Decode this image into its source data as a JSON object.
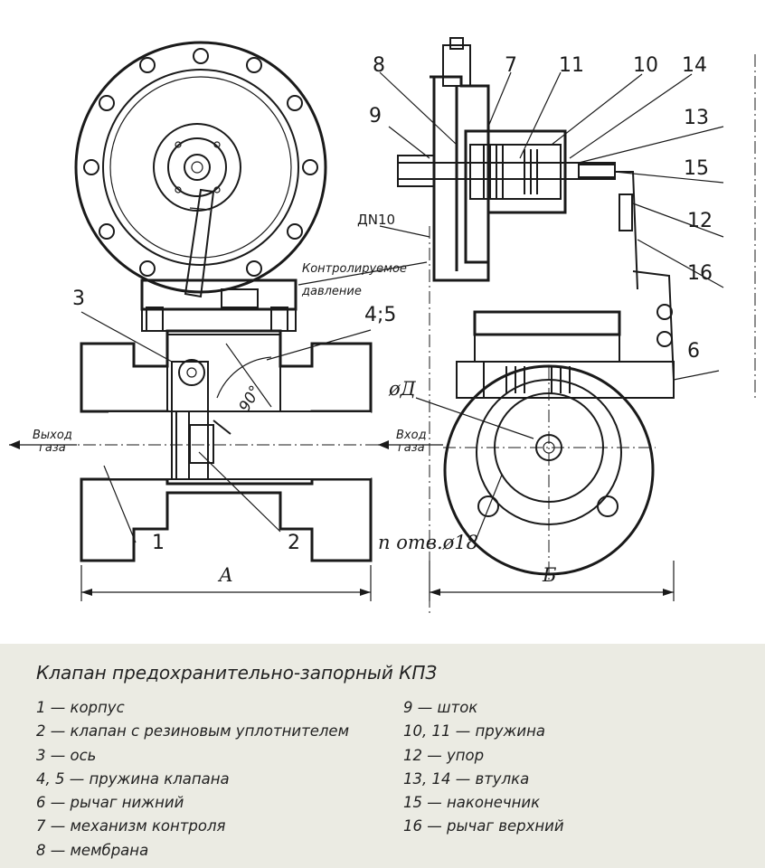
{
  "part_numbers": {
    "p1": "1",
    "p2": "2",
    "p3": "3",
    "p45": "4;5",
    "p6": "6",
    "p7": "7",
    "p8": "8",
    "p9": "9",
    "p10": "10",
    "p11": "11",
    "p12": "12",
    "p13": "13",
    "p14": "14",
    "p15": "15",
    "p16": "16"
  },
  "annotations": {
    "outlet": "Выход\nгаза",
    "inlet": "Вход\nгаза",
    "dn": "ДN10",
    "controlled_pressure": "Контролируемое\nдавление",
    "angle": "90°",
    "diameter": "øД",
    "holes": "n отв.ø18",
    "dim_a": "А",
    "dim_b": "Б"
  },
  "legend": {
    "title": "Клапан предохранительно-запорный КПЗ",
    "left": [
      "1 — корпус",
      "2 — клапан с резиновым уплотнителем",
      "3 — ось",
      "4, 5 — пружина клапана",
      "6 — рычаг нижний",
      "7 — механизм контроля",
      "8 — мембрана"
    ],
    "right": [
      "9 — шток",
      "10, 11 — пружина",
      "12 — упор",
      "13, 14 — втулка",
      "15 — наконечник",
      "16 — рычаг верхний"
    ]
  }
}
